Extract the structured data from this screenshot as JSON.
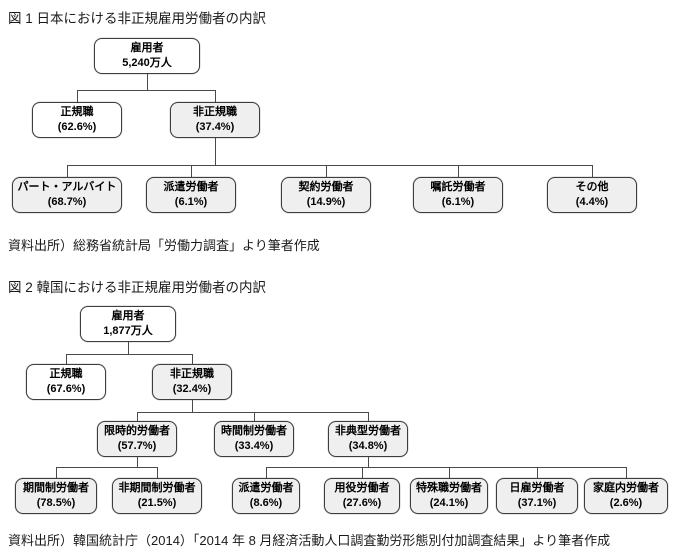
{
  "fig1": {
    "title": "図 1 日本における非正規雇用労働者の内訳",
    "source": "資料出所）総務省統計局「労働力調査」より筆者作成",
    "root": {
      "label": "雇用者",
      "value": "5,240万人"
    },
    "level2": [
      {
        "label": "正規職",
        "value": "(62.6%)"
      },
      {
        "label": "非正規職",
        "value": "(37.4%)"
      }
    ],
    "level3": [
      {
        "label": "パート・アルバイト",
        "value": "(68.7%)"
      },
      {
        "label": "派遣労働者",
        "value": "(6.1%)"
      },
      {
        "label": "契約労働者",
        "value": "(14.9%)"
      },
      {
        "label": "嘱託労働者",
        "value": "(6.1%)"
      },
      {
        "label": "その他",
        "value": "(4.4%)"
      }
    ]
  },
  "fig2": {
    "title": "図 2 韓国における非正規雇用労働者の内訳",
    "source": "資料出所）韓国統計庁（2014）「2014 年 8 月経済活動人口調査勤労形態別付加調査結果」より筆者作成",
    "root": {
      "label": "雇用者",
      "value": "1,877万人"
    },
    "level2": [
      {
        "label": "正規職",
        "value": "(67.6%)"
      },
      {
        "label": "非正規職",
        "value": "(32.4%)"
      }
    ],
    "level3": [
      {
        "label": "限時的労働者",
        "value": "(57.7%)"
      },
      {
        "label": "時間制労働者",
        "value": "(33.4%)"
      },
      {
        "label": "非典型労働者",
        "value": "(34.8%)"
      }
    ],
    "level4_limited": [
      {
        "label": "期間制労働者",
        "value": "(78.5%)"
      },
      {
        "label": "非期間制労働者",
        "value": "(21.5%)"
      }
    ],
    "level4_atypical": [
      {
        "label": "派遣労働者",
        "value": "(8.6%)"
      },
      {
        "label": "用役労働者",
        "value": "(27.6%)"
      },
      {
        "label": "特殊職労働者",
        "value": "(24.1%)"
      },
      {
        "label": "日雇労働者",
        "value": "(37.1%)"
      },
      {
        "label": "家庭内労働者",
        "value": "(2.6%)"
      }
    ]
  },
  "colors": {
    "box_fill_gray": "#efefef",
    "box_fill_white": "#ffffff",
    "box_border": "#3d3d3d",
    "connector": "#4a4a4a"
  }
}
